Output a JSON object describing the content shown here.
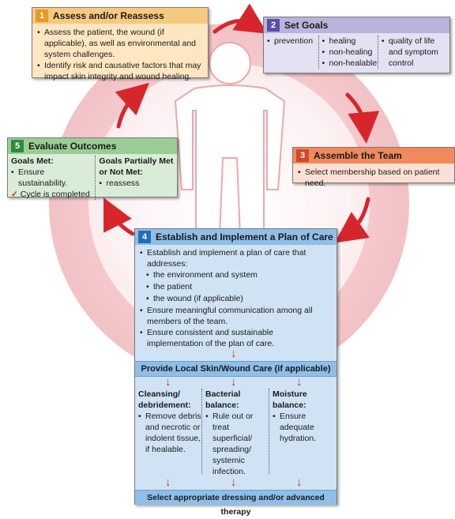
{
  "colors": {
    "box1_fill": "#fde6c0",
    "box1_header": "#f7c97f",
    "box1_num": "#e79a24",
    "box2_fill": "#e3e1f2",
    "box2_header": "#b8b4dc",
    "box2_num": "#5e4ea3",
    "box3_fill": "#fde0d5",
    "box3_header": "#f08a5d",
    "box3_num": "#d8452a",
    "box4_fill": "#cfe3f4",
    "box4_header": "#8fbfe8",
    "box4_num": "#1f6fb8",
    "box5_fill": "#d9ecd8",
    "box5_header": "#9acd95",
    "box5_num": "#2f8a3b",
    "arrow": "#d7262b"
  },
  "box1": {
    "num": "1",
    "title": "Assess and/or Reassess",
    "items": [
      "Assess the patient, the wound (if applicable), as well as environmental and system challenges.",
      "Identify risk and causative factors that may impact skin integrity and wound healing."
    ]
  },
  "box2": {
    "num": "2",
    "title": "Set Goals",
    "col1": [
      "prevention"
    ],
    "col2": [
      "healing",
      "non-healing",
      "non-healable"
    ],
    "col3": [
      "quality of life and symptom control"
    ]
  },
  "box3": {
    "num": "3",
    "title": "Assemble the Team",
    "items": [
      "Select membership based on patient need."
    ]
  },
  "box4": {
    "num": "4",
    "title": "Establish and Implement a Plan of Care",
    "item1": "Establish and implement a plan of care that addresses:",
    "sub": [
      "the environment and system",
      "the patient",
      "the wound (if applicable)"
    ],
    "item2": "Ensure meaningful communication among all members of the team.",
    "item3": "Ensure consistent and sustainable implementation of the plan of care.",
    "local_care": "Provide Local Skin/Wound Care (if applicable)",
    "cols": [
      {
        "title": "Cleansing/ debridement:",
        "text": "Remove debris and necrotic or indolent tissue, if healable."
      },
      {
        "title": "Bacterial balance:",
        "text": "Rule out or treat superficial/ spreading/ systemic infection."
      },
      {
        "title": "Moisture balance:",
        "text": "Ensure adequate hydration."
      }
    ],
    "bottom": "Select appropriate dressing and/or advanced therapy"
  },
  "box5": {
    "num": "5",
    "title": "Evaluate Outcomes",
    "met_title": "Goals Met:",
    "met_items": [
      "Ensure sustainability."
    ],
    "check_text": "Cycle is completed",
    "partial_title": "Goals Partially Met or Not Met:",
    "partial_items": [
      "reassess"
    ]
  }
}
